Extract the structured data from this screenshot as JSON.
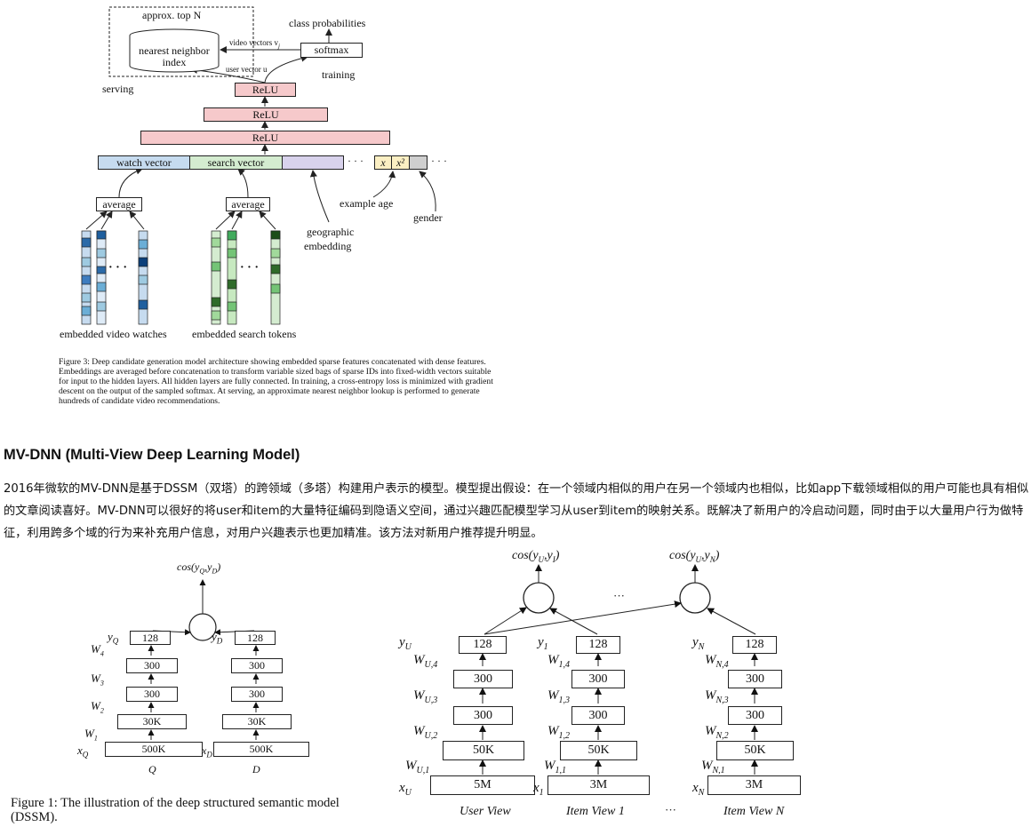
{
  "fig3": {
    "approx_top": "approx. top N",
    "class_probabilities": "class probabilities",
    "nn_index_line1": "nearest neighbor",
    "nn_index_line2": "index",
    "softmax": "softmax",
    "video_vectors": "video vectors v",
    "video_vectors_sub": "j",
    "user_vector": "user vector u",
    "serving": "serving",
    "training": "training",
    "relu": "ReLU",
    "watch_vector": "watch vector",
    "search_vector": "search vector",
    "dots": "· · ·",
    "x": "x",
    "x2": "x²",
    "average": "average",
    "example_age": "example age",
    "gender": "gender",
    "geographic": "geographic",
    "embedding": "embedding",
    "embedded_video_watches": "embedded video watches",
    "embedded_search_tokens": "embedded search tokens",
    "caption": "Figure 3: Deep candidate generation model architecture showing embedded sparse features concatenated with dense features. Embeddings are averaged before concatenation to transform variable sized bags of sparse IDs into fixed-width vectors suitable for input to the hidden layers. All hidden layers are fully connected. In training, a cross-entropy loss is minimized with gradient descent on the output of the sampled softmax. At serving, an approximate nearest neighbor lookup is performed to generate hundreds of candidate video recommendations.",
    "colors": {
      "relu": "#f6c9cb",
      "watch": "#c6dbef",
      "search": "#d4ecd0",
      "geo": "#d8d2ec",
      "age": "#fbefc3",
      "gender": "#cfcfcf"
    }
  },
  "section": {
    "title": "MV-DNN (Multi-View Deep Learning Model)",
    "body": "2016年微软的MV-DNN是基于DSSM（双塔）的跨领域（多塔）构建用户表示的模型。模型提出假设：在一个领域内相似的用户在另一个领域内也相似，比如app下载领域相似的用户可能也具有相似的文章阅读喜好。MV-DNN可以很好的将user和item的大量特征编码到隐语义空间，通过兴趣匹配模型学习从user到item的映射关系。既解决了新用户的冷启动问题，同时由于以大量用户行为做特征，利用跨多个域的行为来补充用户信息，对用户兴趣表示也更加精准。该方法对新用户推荐提升明显。"
  },
  "dssm": {
    "cos": "cos(y",
    "cos_q": "Q",
    "cos_d": "D",
    "yq": "y",
    "yq_sub": "Q",
    "yd": "y",
    "yd_sub": "D",
    "layers": [
      "128",
      "300",
      "300",
      "30K",
      "500K"
    ],
    "w_labels": [
      "W",
      "W",
      "W",
      "W"
    ],
    "w_subs": [
      "4",
      "3",
      "2",
      "1"
    ],
    "xq": "x",
    "xq_sub": "Q",
    "xd": "x",
    "xd_sub": "D",
    "q_label": "Q",
    "d_label": "D",
    "caption": "Figure 1: The illustration of the deep structured semantic model (DSSM)."
  },
  "mvdnn": {
    "cos1": "cos(y",
    "cos1_sub": "U",
    "cos1_sub2": "y",
    "cos1_sub3": "I",
    "cosN": "cos(y",
    "cosN_sub": "U",
    "cosN_sub2": "y",
    "cosN_sub3": "N",
    "ellipsis": "···",
    "user": {
      "y": "y",
      "y_sub": "U",
      "layers": [
        "128",
        "300",
        "300",
        "50K",
        "5M"
      ],
      "w_subs": [
        "U,4",
        "U,3",
        "U,2",
        "U,1"
      ],
      "x": "x",
      "x_sub": "U",
      "view": "User View"
    },
    "item1": {
      "y": "y",
      "y_sub": "1",
      "layers": [
        "128",
        "300",
        "300",
        "50K",
        "3M"
      ],
      "w_subs": [
        "1,4",
        "1,3",
        "1,2",
        "1,1"
      ],
      "x": "x",
      "x_sub": "1",
      "view": "Item View 1"
    },
    "itemN": {
      "y": "y",
      "y_sub": "N",
      "layers": [
        "128",
        "300",
        "300",
        "50K",
        "3M"
      ],
      "w_subs": [
        "N,4",
        "N,3",
        "N,2",
        "N,1"
      ],
      "x": "x",
      "x_sub": "N",
      "view": "Item View N"
    },
    "w": "W"
  }
}
